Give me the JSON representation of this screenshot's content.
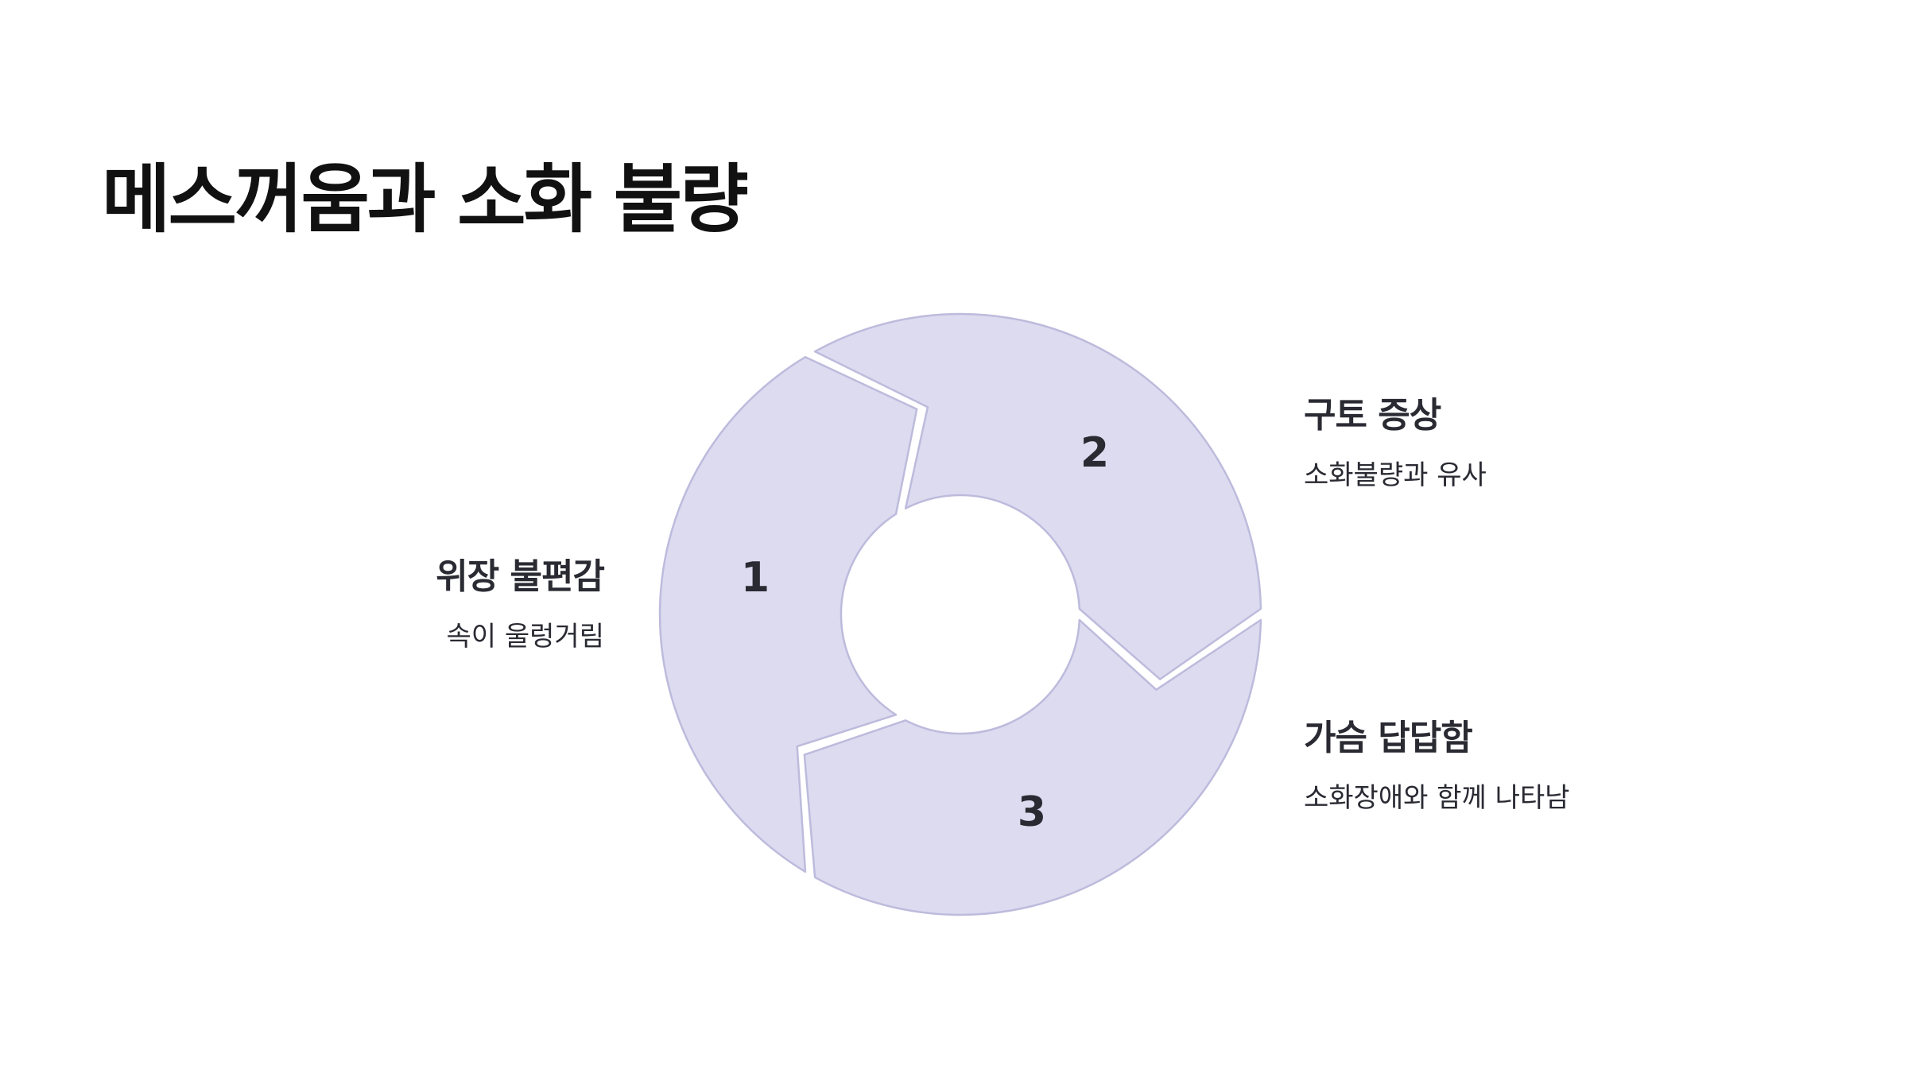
{
  "slide": {
    "title": "메스꺼움과 소화 불량"
  },
  "colors": {
    "segment_fill": "#dcdbf0",
    "segment_stroke": "#bdbbdc",
    "text": "#2a2a33",
    "title": "#111111",
    "background": "#ffffff"
  },
  "cycle": {
    "steps": [
      {
        "number": "1",
        "title": "위장 불편감",
        "description": "속이 울렁거림"
      },
      {
        "number": "2",
        "title": "구토 증상",
        "description": "소화불량과 유사"
      },
      {
        "number": "3",
        "title": "가슴 답답함",
        "description": "소화장애와 함께 나타남"
      }
    ]
  }
}
